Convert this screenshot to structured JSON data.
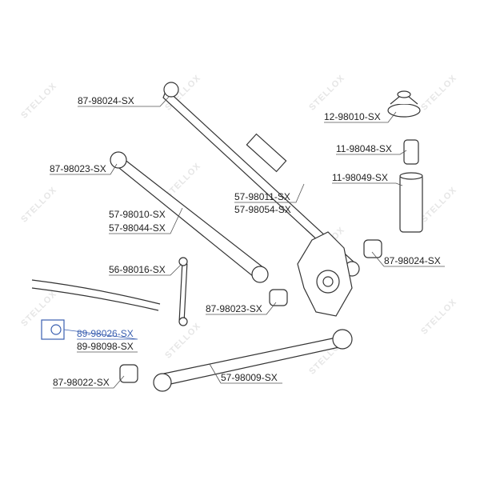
{
  "watermark": "STELLOX",
  "highlight_color": "#3a5fb0",
  "labels": [
    {
      "id": "87-98024-SX-top",
      "text": "87-98024-SX"
    },
    {
      "id": "12-98010-SX",
      "text": "12-98010-SX"
    },
    {
      "id": "11-98048-SX",
      "text": "11-98048-SX"
    },
    {
      "id": "87-98023-SX-left",
      "text": "87-98023-SX"
    },
    {
      "id": "11-98049-SX",
      "text": "11-98049-SX"
    },
    {
      "id": "57-98011-SX",
      "text": "57-98011-SX"
    },
    {
      "id": "57-98054-SX",
      "text": "57-98054-SX"
    },
    {
      "id": "57-98010-SX",
      "text": "57-98010-SX"
    },
    {
      "id": "57-98044-SX",
      "text": "57-98044-SX"
    },
    {
      "id": "87-98024-SX-right",
      "text": "87-98024-SX"
    },
    {
      "id": "56-98016-SX",
      "text": "56-98016-SX"
    },
    {
      "id": "87-98023-SX-mid",
      "text": "87-98023-SX"
    },
    {
      "id": "89-98026-SX",
      "text": "89-98026-SX"
    },
    {
      "id": "89-98098-SX",
      "text": "89-98098-SX"
    },
    {
      "id": "87-98022-SX",
      "text": "87-98022-SX"
    },
    {
      "id": "57-98009-SX",
      "text": "57-98009-SX"
    }
  ]
}
